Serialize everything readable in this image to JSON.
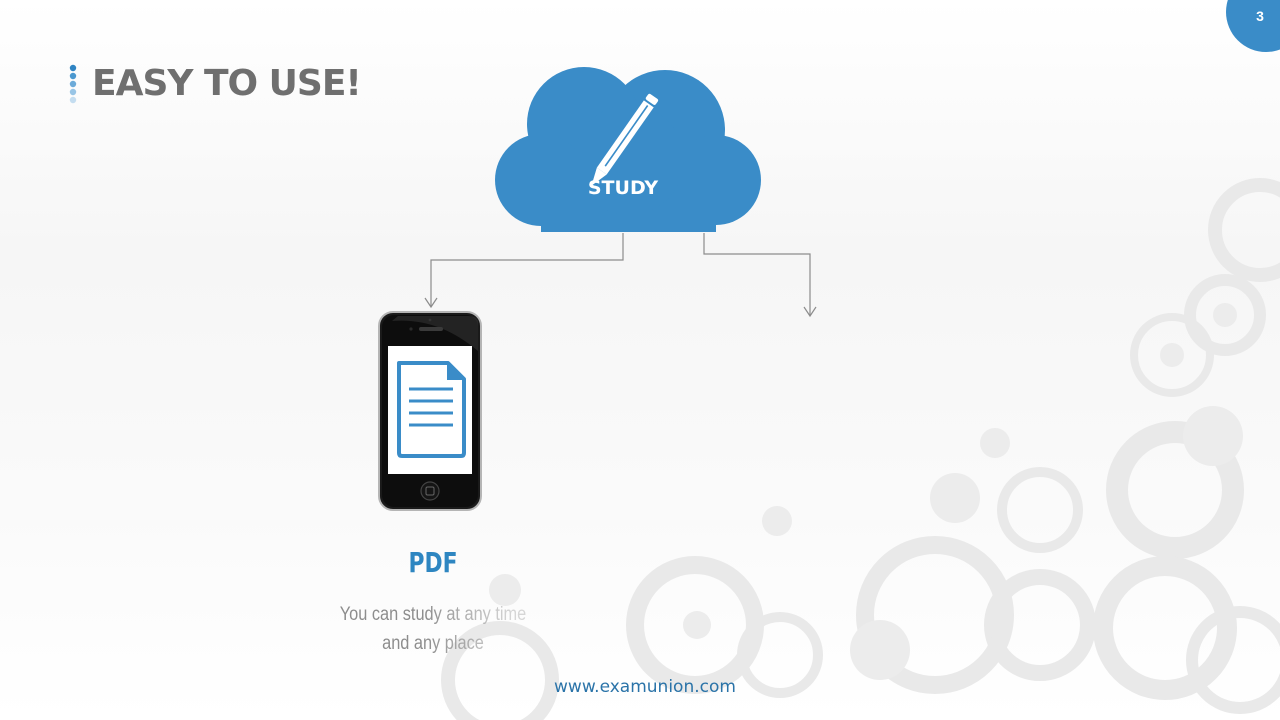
{
  "slide": {
    "title": "EASY TO USE!",
    "page_number": "3"
  },
  "cloud": {
    "label": "STUDY",
    "icon": "pencil-icon",
    "color": "#3a8cc8"
  },
  "feature": {
    "icon": "smartphone-document-icon",
    "title": "PDF",
    "description": "You can study at any time and any place"
  },
  "footer": {
    "url": "www.examunion.com"
  },
  "colors": {
    "accent": "#3a8cc8",
    "title_text": "#6f6f6f",
    "feature_title": "#2e86c1",
    "description_text": "#8d8d8d",
    "footer_text": "#2a73a8"
  }
}
